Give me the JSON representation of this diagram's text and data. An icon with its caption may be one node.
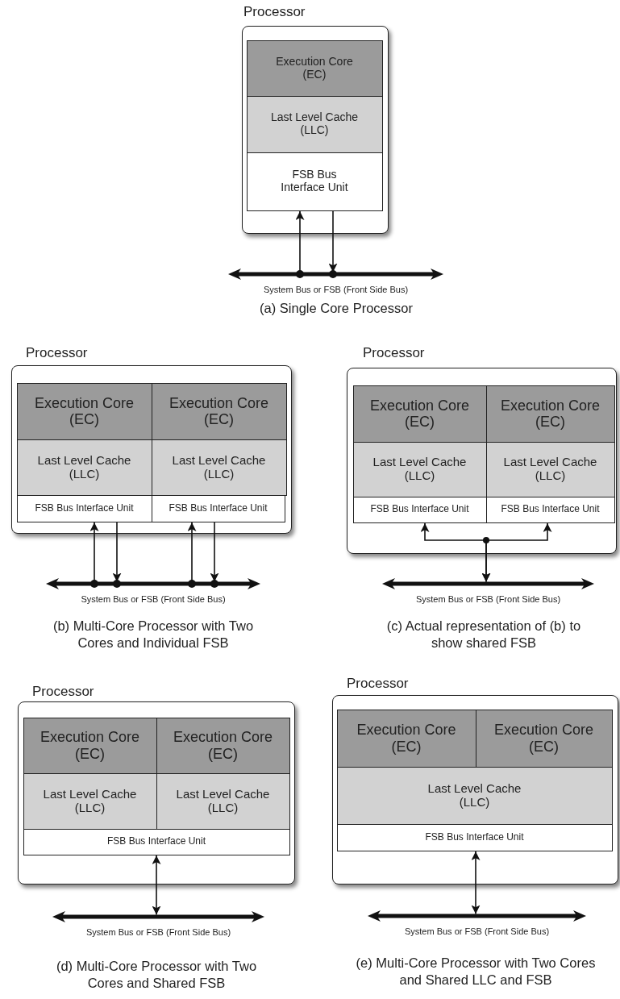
{
  "diagram": {
    "nodes": [
      {
        "text": [
          "Processor"
        ]
      },
      {
        "text": [
          "Execution Core (EC)"
        ],
        "in": 0
      },
      {
        "text": [
          "Last Level Cache (LLC)"
        ],
        "in": 0
      },
      {
        "text": [
          "FSB Bus Interface Unit"
        ],
        "in": 0
      },
      {
        "text": [],
        "shape": "bar",
        "beside": [
          "System Bus or FSB (Front Side Bus)"
        ]
      },
      {
        "text": [
          "Processor"
        ]
      },
      {
        "text": [
          "Execution Core (EC)"
        ],
        "in": 5
      },
      {
        "text": [
          "Execution Core (EC)"
        ],
        "in": 5
      },
      {
        "text": [
          "Last Level Cache (LLC)"
        ],
        "in": 5
      },
      {
        "text": [
          "Last Level Cache (LLC)"
        ],
        "in": 5
      },
      {
        "text": [
          "FSB Bus Interface Unit"
        ],
        "in": 5
      },
      {
        "text": [
          "FSB Bus Interface Unit"
        ],
        "in": 5
      },
      {
        "text": [],
        "shape": "bar",
        "beside": [
          "System Bus or FSB (Front Side Bus)"
        ]
      },
      {
        "text": [
          "Processor"
        ]
      },
      {
        "text": [
          "Execution Core (EC)"
        ],
        "in": 13
      },
      {
        "text": [
          "Execution Core (EC)"
        ],
        "in": 13
      },
      {
        "text": [
          "Last Level Cache (LLC)"
        ],
        "in": 13
      },
      {
        "text": [
          "Last Level Cache (LLC)"
        ],
        "in": 13
      },
      {
        "text": [
          "FSB Bus Interface Unit"
        ],
        "in": 13
      },
      {
        "text": [
          "FSB Bus Interface Unit"
        ],
        "in": 13
      },
      {
        "text": [],
        "shape": "bar",
        "beside": [
          "System Bus or FSB (Front Side Bus)"
        ]
      },
      {
        "text": [
          "Processor"
        ]
      },
      {
        "text": [
          "Execution Core (EC)"
        ],
        "in": 21
      },
      {
        "text": [
          "Execution Core (EC)"
        ],
        "in": 21
      },
      {
        "text": [
          "Last Level Cache (LLC)"
        ],
        "in": 21
      },
      {
        "text": [
          "Last Level Cache (LLC)"
        ],
        "in": 21
      },
      {
        "text": [
          "FSB Bus Interface Unit"
        ],
        "in": 21
      },
      {
        "text": [],
        "shape": "bar",
        "beside": [
          "System Bus or FSB (Front Side Bus)"
        ]
      },
      {
        "text": [
          "Processor"
        ]
      },
      {
        "text": [
          "Execution Core (EC)"
        ],
        "in": 28
      },
      {
        "text": [
          "Execution Core (EC)"
        ],
        "in": 28
      },
      {
        "text": [
          "Last Level Cache (LLC)"
        ],
        "in": 28
      },
      {
        "text": [
          "FSB Bus Interface Unit"
        ],
        "in": 28
      },
      {
        "text": [],
        "shape": "bar",
        "beside": [
          "System Bus or FSB (Front Side Bus)"
        ]
      }
    ],
    "edges": [
      {
        "from": 4,
        "to": 3,
        "arrow": "to"
      },
      {
        "from": 3,
        "to": 4,
        "arrow": "to"
      },
      {
        "from": 12,
        "to": 10,
        "arrow": "to"
      },
      {
        "from": 10,
        "to": 12,
        "arrow": "to"
      },
      {
        "from": 12,
        "to": 11,
        "arrow": "to"
      },
      {
        "from": 11,
        "to": 12,
        "arrow": "to"
      },
      {
        "from": 20,
        "to": 18,
        "arrow": "both"
      },
      {
        "from": 20,
        "to": 19,
        "arrow": "both"
      },
      {
        "from": 26,
        "to": 27,
        "arrow": "both"
      },
      {
        "from": 32,
        "to": 33,
        "arrow": "both"
      }
    ],
    "labels": [
      "(a) Single Core Processor",
      "(b) Multi-Core Processor with Two Cores and Individual FSB",
      "(c) Actual representation of (b) to show shared FSB",
      "(d) Multi-Core Processor with Two Cores and Shared FSB",
      "(e) Multi-Core Processor with Two Cores and Shared LLC and FSB"
    ]
  }
}
